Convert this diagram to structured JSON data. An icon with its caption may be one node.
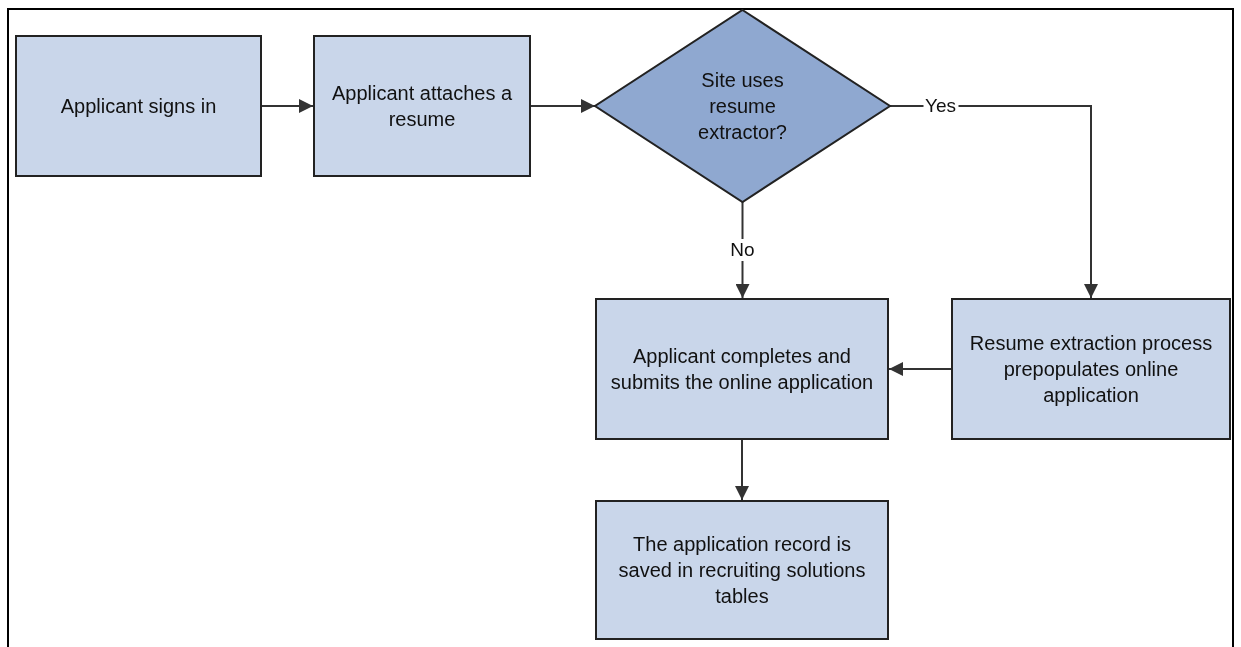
{
  "diagram": {
    "nodes": [
      {
        "text": [
          "Applicant signs in"
        ]
      },
      {
        "text": [
          "Applicant attaches a resume"
        ]
      },
      {
        "text": [
          "Site uses resume extractor?"
        ]
      },
      {
        "text": [
          "Applicant completes and submits the online application"
        ]
      },
      {
        "text": [
          "Resume extraction process prepopulates online application"
        ]
      },
      {
        "text": [
          "The application record is saved in recruiting solutions tables"
        ]
      }
    ],
    "edges": [
      {
        "from": 0,
        "to": 1,
        "arrow": "to"
      },
      {
        "from": 1,
        "to": 2,
        "arrow": "to"
      },
      {
        "from": 2,
        "to": 3,
        "arrow": "to",
        "label": "No"
      },
      {
        "from": 2,
        "to": 4,
        "arrow": "to",
        "label": "Yes"
      },
      {
        "from": 4,
        "to": 3,
        "arrow": "to"
      },
      {
        "from": 3,
        "to": 5,
        "arrow": "to"
      }
    ]
  }
}
